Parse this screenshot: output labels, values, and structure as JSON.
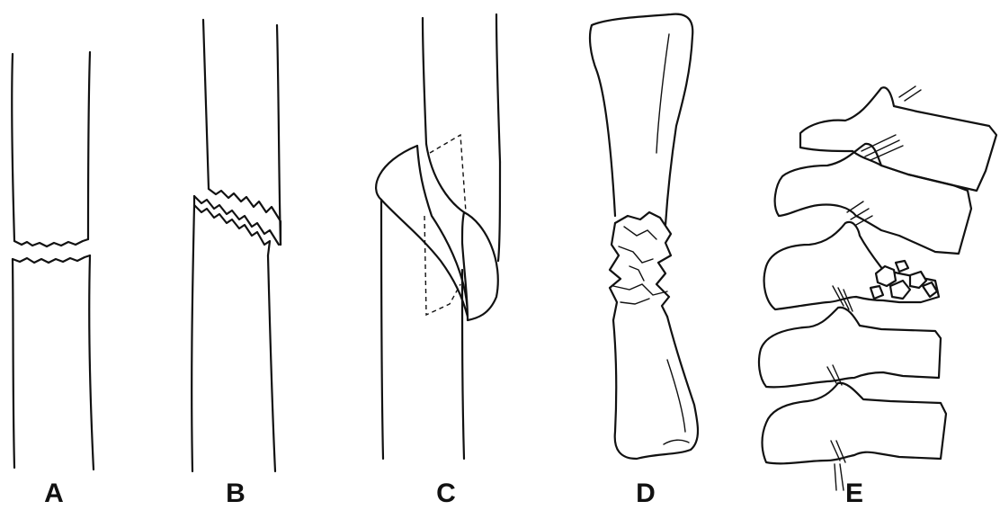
{
  "panels": [
    {
      "id": "A",
      "label": "A"
    },
    {
      "id": "B",
      "label": "B"
    },
    {
      "id": "C",
      "label": "C"
    },
    {
      "id": "D",
      "label": "D"
    },
    {
      "id": "E",
      "label": "E"
    }
  ],
  "colors": {
    "ink": "#111111",
    "background": "#ffffff"
  }
}
